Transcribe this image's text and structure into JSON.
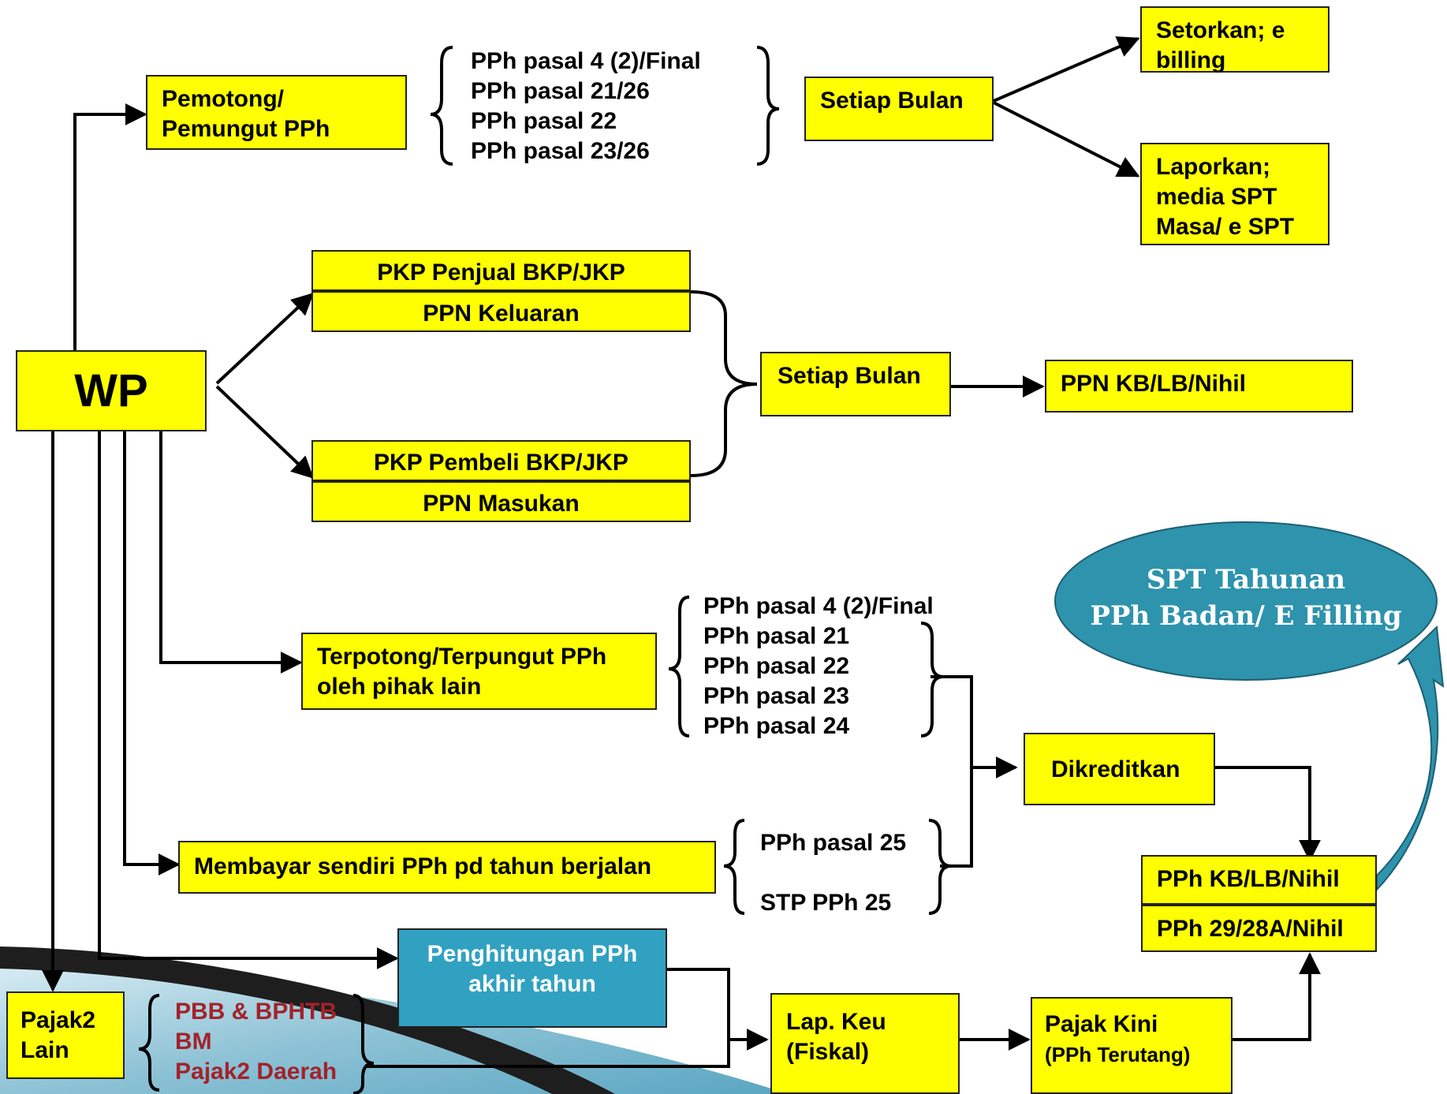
{
  "wp": "WP",
  "pemotong": {
    "line1": "Pemotong/",
    "line2": "Pemungut PPh"
  },
  "pemotong_list": [
    "PPh pasal 4 (2)/Final",
    "PPh pasal 21/26",
    "PPh pasal 22",
    "PPh pasal 23/26"
  ],
  "setiap_bulan_1": "Setiap Bulan",
  "setorkan": {
    "line1": "Setorkan; e",
    "line2": "billing"
  },
  "laporkan": {
    "line1": "Laporkan;",
    "line2": "media SPT",
    "line3": "Masa/ e SPT"
  },
  "pkp_penjual": "PKP Penjual BKP/JKP",
  "ppn_keluaran": "PPN Keluaran",
  "setiap_bulan_2": "Setiap Bulan",
  "ppn_kb": "PPN KB/LB/Nihil",
  "pkp_pembeli": "PKP Pembeli BKP/JKP",
  "ppn_masukan": "PPN Masukan",
  "spt_tahunan": {
    "line1": "SPT Tahunan",
    "line2": "PPh Badan/ E Filling"
  },
  "terpotong": {
    "line1": "Terpotong/Terpungut PPh",
    "line2": "oleh pihak lain"
  },
  "terpotong_list": [
    "PPh pasal 4 (2)/Final",
    "PPh pasal 21",
    "PPh pasal 22",
    "PPh pasal 23",
    "PPh pasal 24"
  ],
  "dikreditkan": "Dikreditkan",
  "membayar": "Membayar sendiri PPh pd tahun berjalan",
  "membayar_list": [
    "PPh pasal 25",
    "STP PPh  25"
  ],
  "pph_kb": "PPh KB/LB/Nihil",
  "pph_29": "PPh 29/28A/Nihil",
  "penghitungan": {
    "line1": "Penghitungan PPh",
    "line2": "akhir tahun"
  },
  "pajak2_lain": {
    "line1": "Pajak2",
    "line2": "Lain"
  },
  "pajak2_list": [
    "PBB & BPHTB",
    "BM",
    "Pajak2 Daerah"
  ],
  "lap_keu": {
    "line1": "Lap. Keu",
    "line2": "(Fiskal)"
  },
  "pajak_kini": {
    "line1": "Pajak Kini",
    "line2": "(PPh Terutang)"
  },
  "colors": {
    "box": "#ffff00",
    "teal": "#31a1c1",
    "ellipse": "#2e93ad",
    "accent_red": "#a3222a"
  }
}
